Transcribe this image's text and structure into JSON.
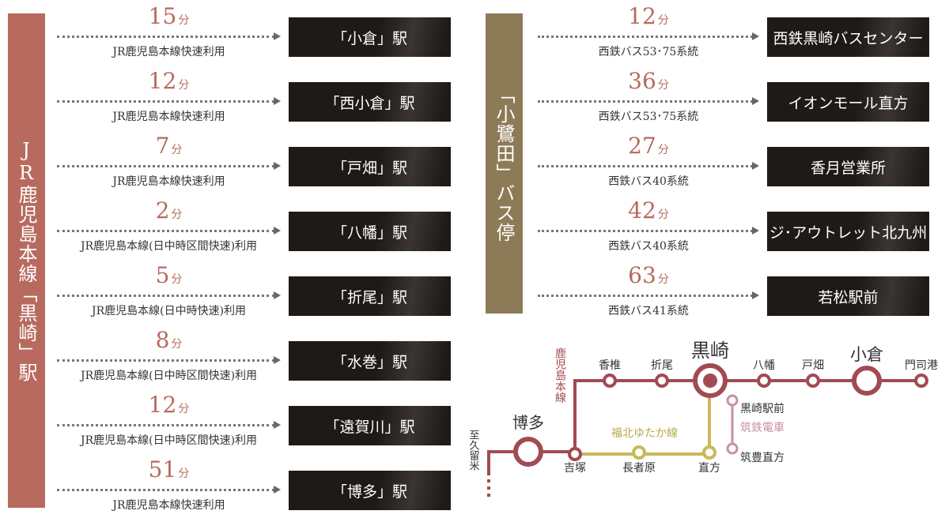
{
  "left": {
    "title": "JR鹿児島本線「黒崎」駅",
    "rows": [
      {
        "time": "15",
        "unit": "分",
        "route": "JR鹿児島本線快速利用",
        "dest": "「小倉」駅"
      },
      {
        "time": "12",
        "unit": "分",
        "route": "JR鹿児島本線快速利用",
        "dest": "「西小倉」駅"
      },
      {
        "time": "7",
        "unit": "分",
        "route": "JR鹿児島本線快速利用",
        "dest": "「戸畑」駅"
      },
      {
        "time": "2",
        "unit": "分",
        "route": "JR鹿児島本線(日中時区間快速)利用",
        "dest": "「八幡」駅"
      },
      {
        "time": "5",
        "unit": "分",
        "route": "JR鹿児島本線(日中時快速)利用",
        "dest": "「折尾」駅"
      },
      {
        "time": "8",
        "unit": "分",
        "route": "JR鹿児島本線(日中時区間快速)利用",
        "dest": "「水巻」駅"
      },
      {
        "time": "12",
        "unit": "分",
        "route": "JR鹿児島本線(日中時区間快速)利用",
        "dest": "「遠賀川」駅"
      },
      {
        "time": "51",
        "unit": "分",
        "route": "JR鹿児島本線快速利用",
        "dest": "「博多」駅"
      }
    ]
  },
  "right": {
    "title": "「小鷺田」バス停",
    "rows": [
      {
        "time": "12",
        "unit": "分",
        "route": "西鉄バス53･75系統",
        "dest": "西鉄黒崎バスセンター"
      },
      {
        "time": "36",
        "unit": "分",
        "route": "西鉄バス53･75系統",
        "dest": "イオンモール直方"
      },
      {
        "time": "27",
        "unit": "分",
        "route": "西鉄バス40系統",
        "dest": "香月営業所"
      },
      {
        "time": "42",
        "unit": "分",
        "route": "西鉄バス40系統",
        "dest": "ジ･アウトレット北九州"
      },
      {
        "time": "63",
        "unit": "分",
        "route": "西鉄バス41系統",
        "dest": "若松駅前"
      }
    ]
  },
  "map": {
    "kurosaki": "黒崎",
    "kokura": "小倉",
    "hakata": "博多",
    "kashii": "香椎",
    "orio": "折尾",
    "yahata": "八幡",
    "tobata": "戸畑",
    "mojiko": "門司港",
    "kagoshima_line": "鹿児島本線",
    "yoshizuka": "吉塚",
    "chojabaru": "長者原",
    "nogata": "直方",
    "fukuhoku_line": "福北ゆたか線",
    "kurosaki_ekimae": "黒崎駅前",
    "chikutetsu": "筑鉄電車",
    "chikuho_nogata": "筑豊直方",
    "to_kurume": "至久留米"
  },
  "colors": {
    "jr": "#a24a52",
    "fukuhoku": "#c9b95a",
    "chikutetsu": "#c98fa6",
    "left_bar": "#b86a5e",
    "right_bar": "#8d7b57"
  }
}
